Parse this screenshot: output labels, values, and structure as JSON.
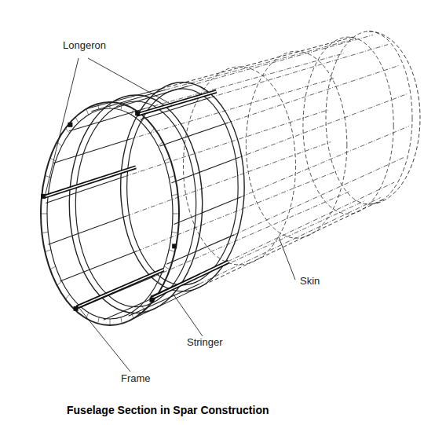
{
  "diagram": {
    "caption": "Fuselage Section in Spar Construction",
    "labels": [
      "Longeron",
      "Skin",
      "Stringer",
      "Frame"
    ]
  }
}
